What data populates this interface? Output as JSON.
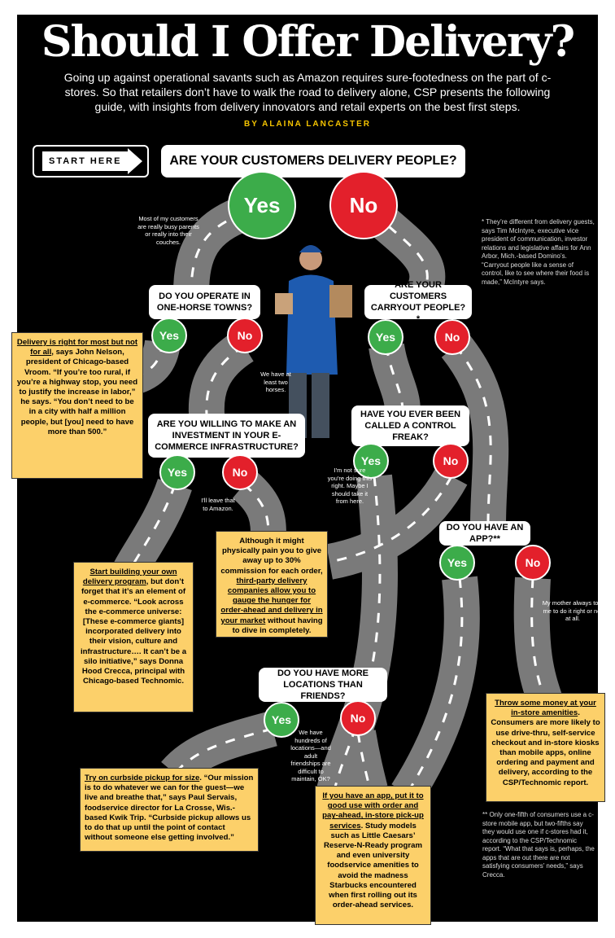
{
  "title": "Should I Offer Delivery?",
  "intro": "Going up against operational savants such as Amazon requires sure-footedness on the part of c-stores. So that retailers don’t have to walk the road to delivery alone, CSP presents the following guide, with insights from delivery innovators and retail experts on the best first steps.",
  "byline": "BY ALAINA LANCASTER",
  "start": "START HERE",
  "yes": "Yes",
  "no": "No",
  "questions": {
    "q1": "ARE YOUR CUSTOMERS DELIVERY PEOPLE?",
    "q2": "DO YOU OPERATE IN ONE-HORSE TOWNS?",
    "q3": "ARE YOUR CUSTOMERS CARRYOUT PEOPLE?*",
    "q4": "ARE YOU WILLING TO MAKE AN INVESTMENT IN YOUR E-COMMERCE INFRASTRUCTURE?",
    "q5": "HAVE YOU EVER BEEN CALLED A CONTROL FREAK?",
    "q6": "DO YOU HAVE AN APP?**",
    "q7": "DO YOU HAVE MORE LOCATIONS THAN FRIENDS?"
  },
  "notes": {
    "busy": "Most of my customers are really busy parents or really into their couches.",
    "horses": "We have at least two horses.",
    "amazon": "I'll leave that to Amazon.",
    "control": "I'm not sure you're doing this right. Maybe I should take it from here.",
    "mother": "My mother always told me to do it right or not at all.",
    "friends": "We have hundreds of locations—and adult friendships are difficult to maintain, OK?"
  },
  "footnotes": {
    "star": "* They’re different from delivery guests, says Tim McIntyre, executive vice president of communication, investor relations and legislative affairs for Ann Arbor, Mich.-based Domino’s. “Carryout people like a sense of control, like to see where their food is made,” McIntyre says.",
    "dstar": "** Only one-fifth of consumers use a c-store mobile app, but two-fifths say they would use one if c-stores had it, according to the CSP/Technomic report. “What that says is, perhaps, the apps that are out there are not satisfying consumers’ needs,” says Crecca."
  },
  "boxes": {
    "b1": {
      "lead": "Delivery is right for most but not for all",
      "text": ", says John Nelson, president of Chicago-based Vroom. “If you’re too rural, if you’re a highway stop, you need to justify the increase in labor,” he says. “You don’t need to be in a city with half a million people, but [you] need to have more than 500.”"
    },
    "b2": {
      "pre": "Although it might physically pain you to give away up to 30% commission for each order, ",
      "lead": "third-party delivery companies allow you to gauge the hunger for order-ahead and delivery in your market",
      "text": " without having to dive in completely."
    },
    "b3": {
      "lead": "Start building your own delivery program",
      "text": ", but don’t forget that it’s an element of e-commerce. “Look across the e-commerce universe: [These e-commerce giants] incorporated delivery into their vision, culture and infrastructure…. It can’t be a silo initiative,” says Donna Hood Crecca, principal with Chicago-based Technomic."
    },
    "b4": {
      "lead": "Throw some money at your in-store amenities",
      "text": ". Consumers are more likely to use drive-thru, self-service checkout and in-store kiosks than mobile apps, online ordering and payment and delivery, according to the CSP/Technomic report."
    },
    "b5": {
      "lead": "Try on curbside pickup for size",
      "text": ". “Our mission is to do whatever we can for the guest—we live and breathe that,” says Paul Servais, foodservice director for La Crosse, Wis.-based Kwik Trip. “Curbside pickup allows us to do that up until the point of contact without someone else getting involved.”"
    },
    "b6": {
      "lead": "If you have an app, put it to good use with order and pay-ahead, in-store pick-up services",
      "text": ". Study models such as Little Caesars’ Reserve-N-Ready program and even university foodservice amenities to avoid the madness Starbucks encountered when first rolling out its order-ahead services."
    }
  },
  "colors": {
    "yes": "#3cac4a",
    "no": "#e3202b",
    "box": "#fcd06a",
    "accent": "#f5c400",
    "road": "#7a7a7a"
  }
}
